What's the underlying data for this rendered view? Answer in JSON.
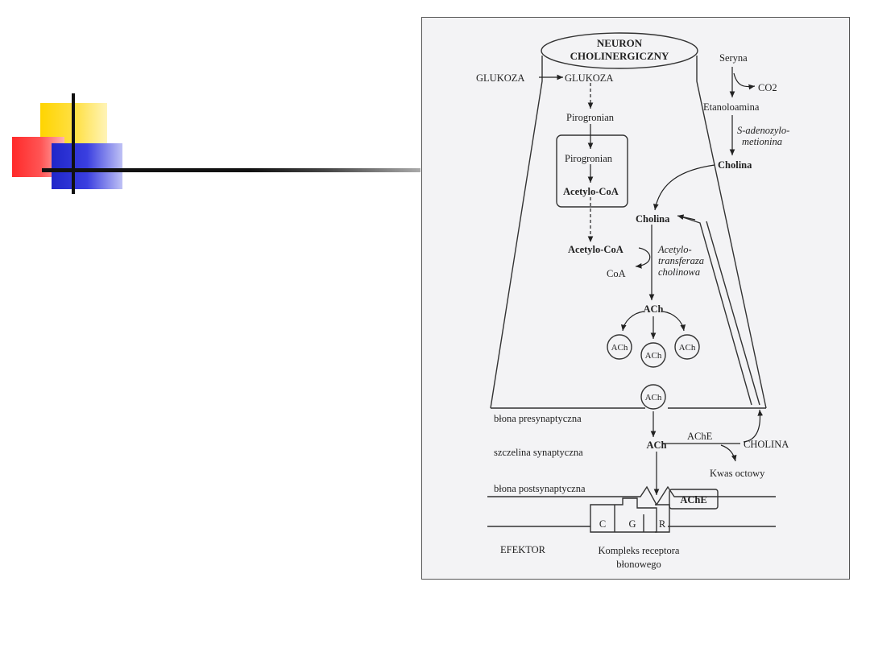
{
  "figure": {
    "title_line1": "NEURON",
    "title_line2": "CHOLINERGICZNY",
    "glukoza_out": "GLUKOZA",
    "glukoza_in": "GLUKOZA",
    "pirogronian_1": "Pirogronian",
    "pirogronian_2": "Pirogronian",
    "acetylo_coa_mito": "Acetylo-CoA",
    "acetylo_coa": "Acetylo-CoA",
    "coa": "CoA",
    "seryna": "Seryna",
    "co2": "CO2",
    "etanoloamina": "Etanoloamina",
    "sadenozylo_1": "S-adenozylo-",
    "sadenozylo_2": "metionina",
    "cholina_top": "Cholina",
    "cholina_mid": "Cholina",
    "enzyme_1": "Acetylo-",
    "enzyme_2": "transferaza",
    "enzyme_3": "cholinowa",
    "ach_main": "ACh",
    "ach_vesicle_left": "ACh",
    "ach_vesicle_mid": "ACh",
    "ach_vesicle_right": "ACh",
    "ach_vesicle_release": "ACh",
    "ach_cleft": "ACh",
    "ache_cleft": "AChE",
    "cholina_caps": "CHOLINA",
    "kwas_octowy": "Kwas octowy",
    "membrane_pre": "błona presynaptyczna",
    "cleft": "szczelina synaptyczna",
    "membrane_post": "błona postsynaptyczna",
    "ache_box": "AChE",
    "receptor_c": "C",
    "receptor_g": "G",
    "receptor_r": "R",
    "efektor": "EFEKTOR",
    "complex_1": "Kompleks receptora",
    "complex_2": "błonowego"
  },
  "colors": {
    "yellow": "#ffd400",
    "red": "#ff2a2a",
    "blue": "#1f26c9",
    "ink": "#222222",
    "paper": "#f3f3f5"
  }
}
